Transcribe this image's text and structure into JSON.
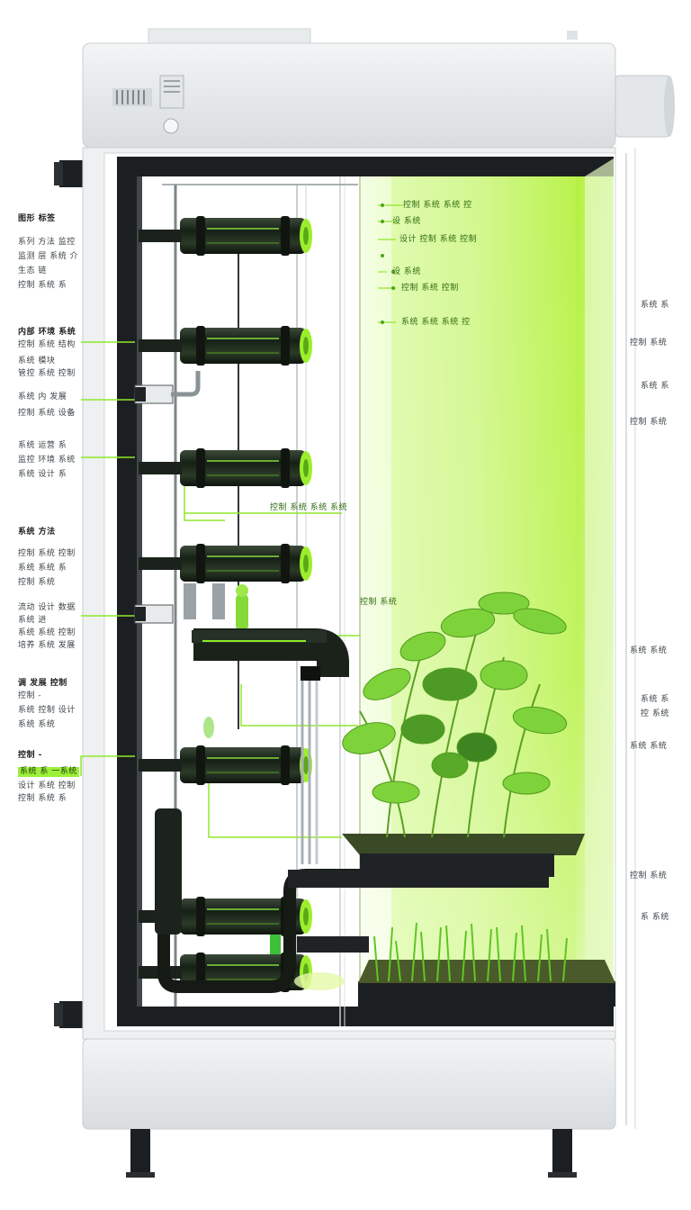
{
  "colors": {
    "cabinet": "#e9eced",
    "frame": "#1c1f21",
    "pipe": "#1f2a1f",
    "accent": "#8fe82c",
    "grow_light": "#b6f24a"
  },
  "icons": [
    "vent-grille-icon",
    "gauge-knob-icon",
    "plant-icon",
    "grass-icon",
    "leaf-icon"
  ],
  "left_labels": [
    {
      "text": "图形 标签"
    },
    {
      "text": "系列 方法 监控"
    },
    {
      "text": "监测 层 系统 介"
    },
    {
      "text": "生态 链"
    },
    {
      "text": "控制 系统 系"
    },
    {
      "text": "内部 环境 系统"
    },
    {
      "text": "控制 系统 结构"
    },
    {
      "text": "系统 模块"
    },
    {
      "text": "管控 系统 控制"
    },
    {
      "text": "系统 内 发展"
    },
    {
      "text": "控制 系统 设备"
    },
    {
      "text": "系统 运营 系"
    },
    {
      "text": "监控 环境 系统"
    },
    {
      "text": "系统 设计 系"
    },
    {
      "text": "系统 方法"
    },
    {
      "text": "控制 系统 控制"
    },
    {
      "text": "系统 系统 系"
    },
    {
      "text": "控制 系统"
    },
    {
      "text": "流动 设计 数据"
    },
    {
      "text": "系统 进"
    },
    {
      "text": "系统 系统 控制"
    },
    {
      "text": "培养 系统 发展"
    },
    {
      "text": "调 发展 控制"
    },
    {
      "text": "控制 -"
    },
    {
      "text": "系统 控制 设计"
    },
    {
      "text": "系统 系统"
    },
    {
      "text": "控制 -"
    },
    {
      "text": "系统 系 一系统"
    },
    {
      "text": "设计 系统 控制"
    },
    {
      "text": "控制 系统 系"
    }
  ],
  "panel_labels": [
    {
      "text": "控制 系统 系统 控"
    },
    {
      "text": "设 系统"
    },
    {
      "text": "设计 控制 系统 控制"
    },
    {
      "text": "设 系统"
    },
    {
      "text": "控制 系统 控制"
    },
    {
      "text": "系统 系统 系统 控"
    }
  ],
  "center_labels": [
    {
      "text": "控制 系统 系统 系统"
    },
    {
      "text": "控制 系统"
    }
  ],
  "right_labels": [
    {
      "text": "系统 系"
    },
    {
      "text": "控制 系统"
    },
    {
      "text": "系统 系"
    },
    {
      "text": "控制 系统"
    },
    {
      "text": "系统 系统"
    },
    {
      "text": "系统 系"
    },
    {
      "text": "控 系统"
    },
    {
      "text": "系统 系统"
    },
    {
      "text": "控制 系统"
    },
    {
      "text": "系 系统"
    }
  ]
}
